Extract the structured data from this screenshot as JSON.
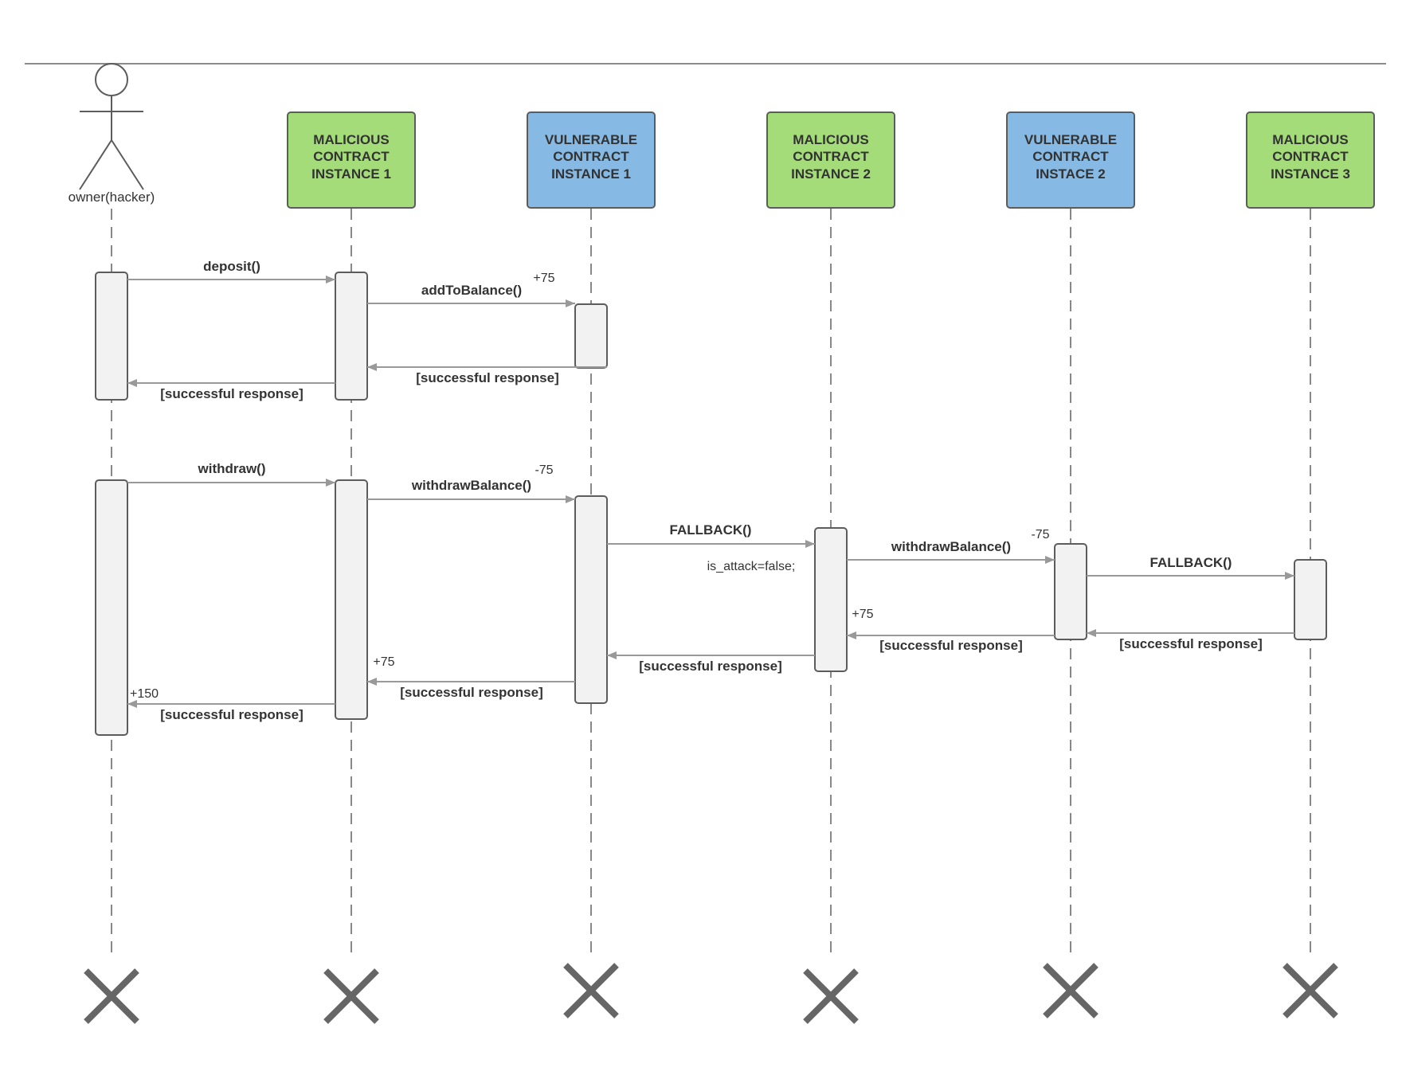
{
  "colors": {
    "malicious": "#a4dc7a",
    "vulnerable": "#86b9e3",
    "box_border": "#5c5c5c",
    "arrow": "#999999"
  },
  "actor": {
    "label": "owner(hacker)"
  },
  "participants": [
    {
      "kind": "malicious",
      "lines": [
        "MALICIOUS",
        "CONTRACT",
        "INSTANCE 1"
      ]
    },
    {
      "kind": "vulnerable",
      "lines": [
        "VULNERABLE",
        "CONTRACT",
        "INSTANCE 1"
      ]
    },
    {
      "kind": "malicious",
      "lines": [
        "MALICIOUS",
        "CONTRACT",
        "INSTANCE 2"
      ]
    },
    {
      "kind": "vulnerable",
      "lines": [
        "VULNERABLE",
        "CONTRACT",
        "INSTACE 2"
      ]
    },
    {
      "kind": "malicious",
      "lines": [
        "MALICIOUS",
        "CONTRACT",
        "INSTANCE 3"
      ]
    }
  ],
  "messages": {
    "deposit": "deposit()",
    "add_to_balance": "addToBalance()",
    "response": "[successful response]",
    "withdraw": "withdraw()",
    "withdraw_balance": "withdrawBalance()",
    "fallback": "FALLBACK()"
  },
  "annotations": {
    "plus75": "+75",
    "minus75": "-75",
    "plus150": "+150",
    "is_attack": "is_attack=false;"
  }
}
